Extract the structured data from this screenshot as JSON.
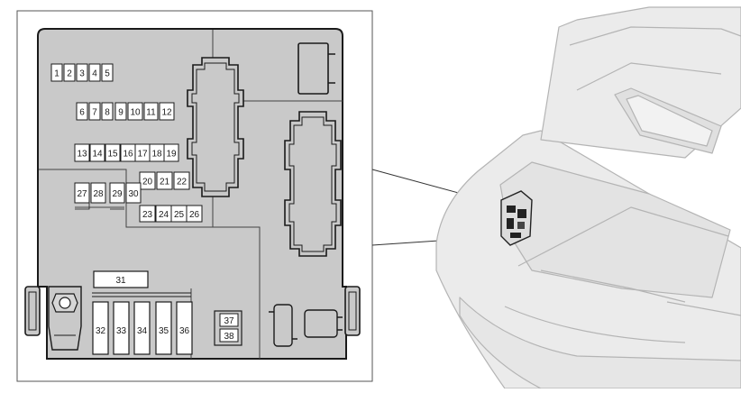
{
  "fuse_labels": {
    "f1": "1",
    "f2": "2",
    "f3": "3",
    "f4": "4",
    "f5": "5",
    "f6": "6",
    "f7": "7",
    "f8": "8",
    "f9": "9",
    "f10": "10",
    "f11": "11",
    "f12": "12",
    "f13": "13",
    "f14": "14",
    "f15": "15",
    "f16": "16",
    "f17": "17",
    "f18": "18",
    "f19": "19",
    "f20": "20",
    "f21": "21",
    "f22": "22",
    "f23": "23",
    "f24": "24",
    "f25": "25",
    "f26": "26",
    "f27": "27",
    "f28": "28",
    "f29": "29",
    "f30": "30",
    "f31": "31",
    "f32": "32",
    "f33": "33",
    "f34": "34",
    "f35": "35",
    "f36": "36",
    "f37": "37",
    "f38": "38"
  },
  "colors": {
    "panel_fill": "#c9c9c9",
    "panel_stroke": "#1a1a1a",
    "fuse_fill": "#ffffff",
    "car_fill": "#ebebeb",
    "car_stroke": "#b4b4b4",
    "leader_line": "#333333"
  },
  "icons": {
    "fuse_box_location": "fuse-box-location-icon",
    "mounting_bolt": "bolt-icon"
  }
}
